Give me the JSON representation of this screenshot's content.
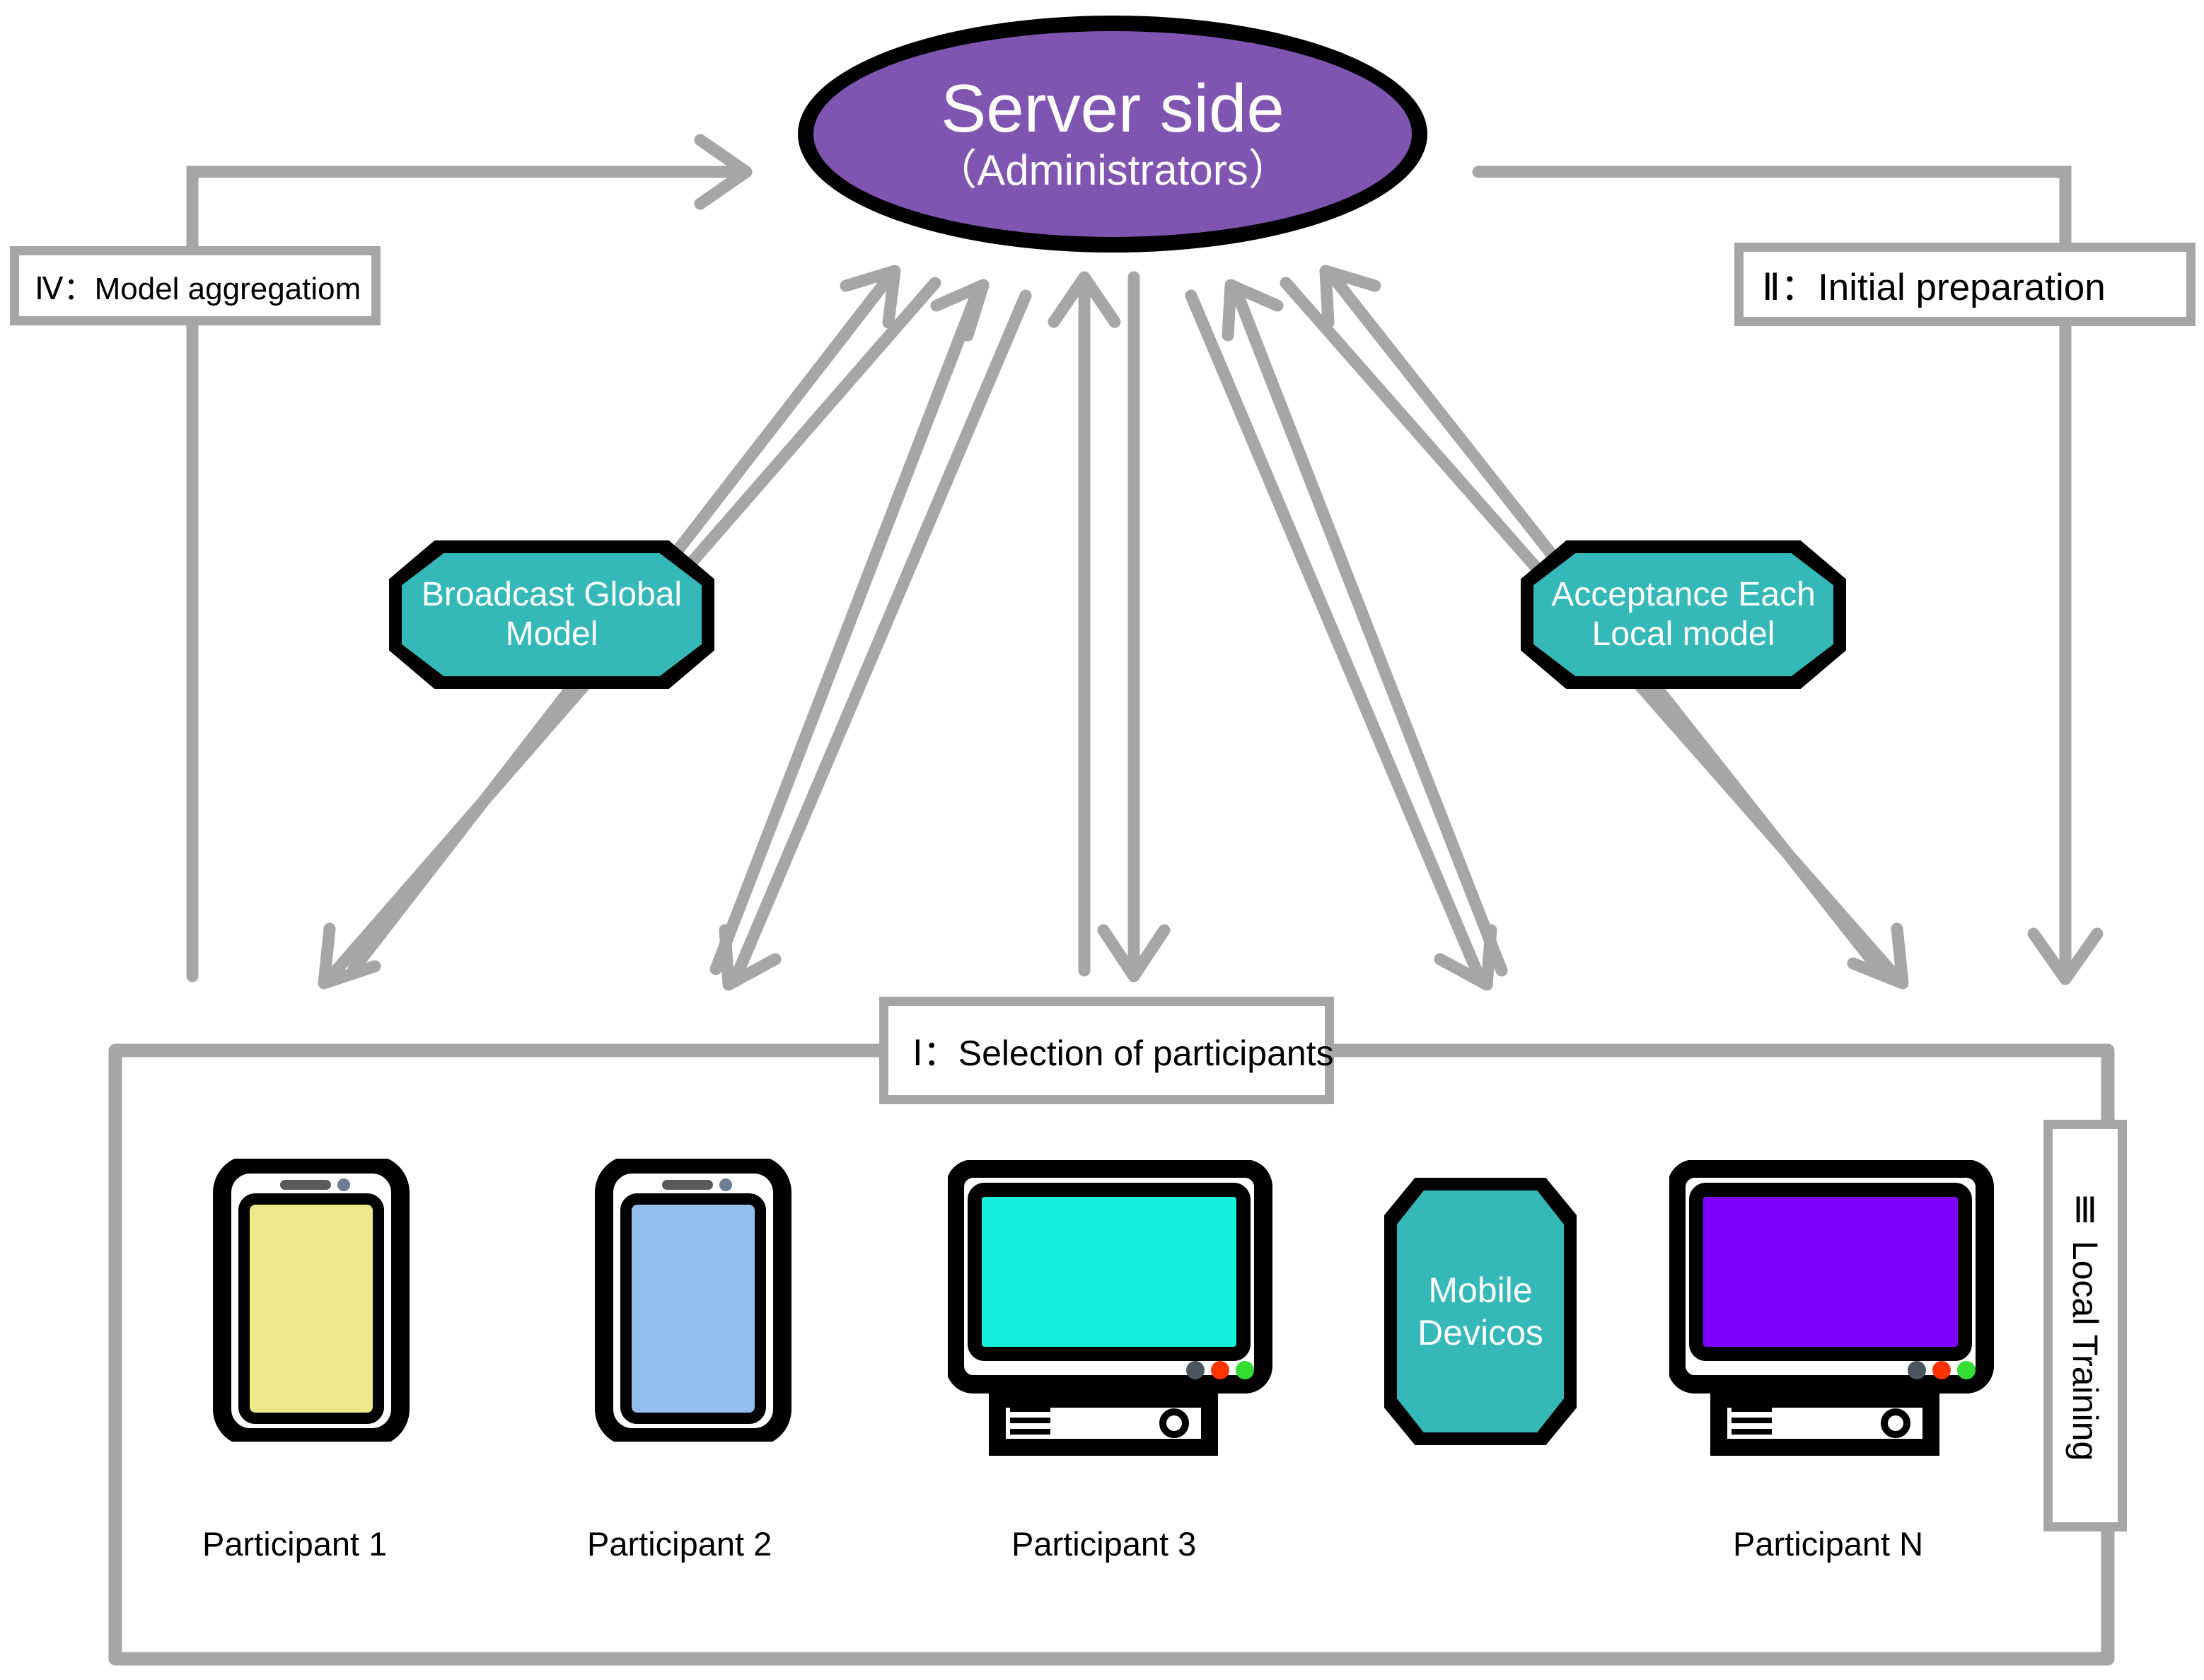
{
  "server": {
    "title": "Server side",
    "subtitle": "（Administrators）",
    "fill_color": "#7F55B1",
    "border_color": "#000000",
    "text_color": "#FFFFFF"
  },
  "stages": {
    "stage_i": "Ⅰ：Selection of participants",
    "stage_ii": "Ⅱ：Initial preparation",
    "stage_iii": "Ⅲ Local Training",
    "stage_iv": "Ⅳ：Model aggregatiom"
  },
  "process_nodes": [
    {
      "id": "broadcast-global-model",
      "line1": "Broadcast Global",
      "line2": "Model",
      "text": "Broadcast Global Model",
      "fill_color": "#34B8B8"
    },
    {
      "id": "acceptance-each-local-model",
      "line1": "Acceptance Each",
      "line2": "Local model",
      "text": "Acceptance Each Local model",
      "fill_color": "#34B8B8"
    },
    {
      "id": "mobile-devices",
      "line1": "Mobile",
      "line2": "Devicos",
      "text": "Mobile Devicos",
      "fill_color": "#34B8B8"
    }
  ],
  "participants": [
    {
      "label": "Participant 1",
      "device": "smartphone",
      "screen_color": "#EDE98A"
    },
    {
      "label": "Participant 2",
      "device": "smartphone",
      "screen_color": "#93BFEF"
    },
    {
      "label": "Participant 3",
      "device": "desktop-monitor",
      "screen_color": "#14F0DC"
    },
    {
      "label": "Participant N",
      "device": "desktop-monitor",
      "screen_color": "#8000FF"
    }
  ],
  "connector_color": "#A6A6A6",
  "status_dots": [
    "#4A5560",
    "#FF3300",
    "#33DD33"
  ]
}
